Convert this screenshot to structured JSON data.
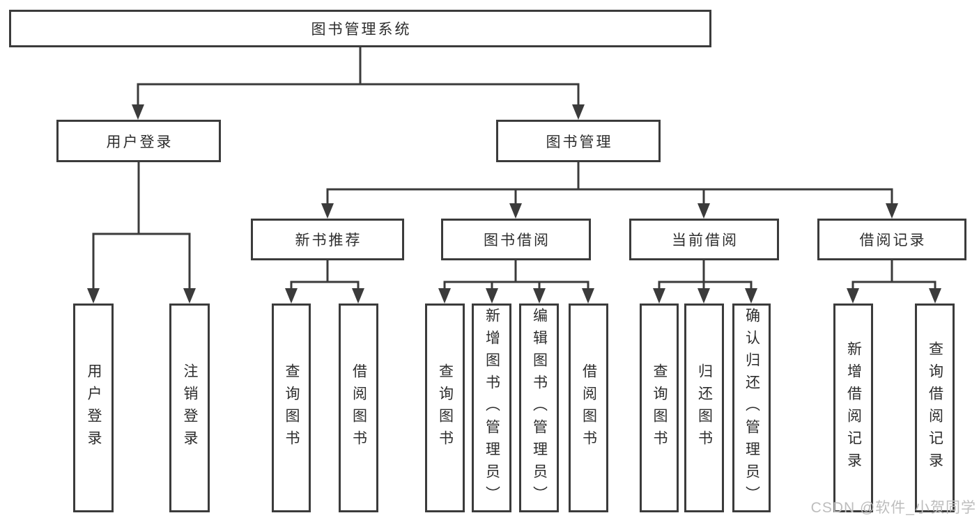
{
  "colors": {
    "line": "#3b3b3b",
    "text": "#2d2d2d",
    "watermark": "#bdbdbd",
    "background": "#ffffff"
  },
  "diagram": {
    "root": {
      "label": "图书管理系统"
    },
    "branches": [
      {
        "label": "用户登录",
        "children": [
          {
            "label": "用户登录"
          },
          {
            "label": "注销登录"
          }
        ]
      },
      {
        "label": "图书管理",
        "children": [
          {
            "label": "新书推荐",
            "children": [
              {
                "label": "查询图书"
              },
              {
                "label": "借阅图书"
              }
            ]
          },
          {
            "label": "图书借阅",
            "children": [
              {
                "label": "查询图书"
              },
              {
                "label": "新增图书（管理员）"
              },
              {
                "label": "编辑图书（管理员）"
              },
              {
                "label": "借阅图书"
              }
            ]
          },
          {
            "label": "当前借阅",
            "children": [
              {
                "label": "查询图书"
              },
              {
                "label": "归还图书"
              },
              {
                "label": "确认归还（管理员）"
              }
            ]
          },
          {
            "label": "借阅记录",
            "children": [
              {
                "label": "新增借阅记录"
              },
              {
                "label": "查询借阅记录"
              }
            ]
          }
        ]
      }
    ]
  },
  "watermark": {
    "text": "CSDN @软件_小贺同学"
  }
}
